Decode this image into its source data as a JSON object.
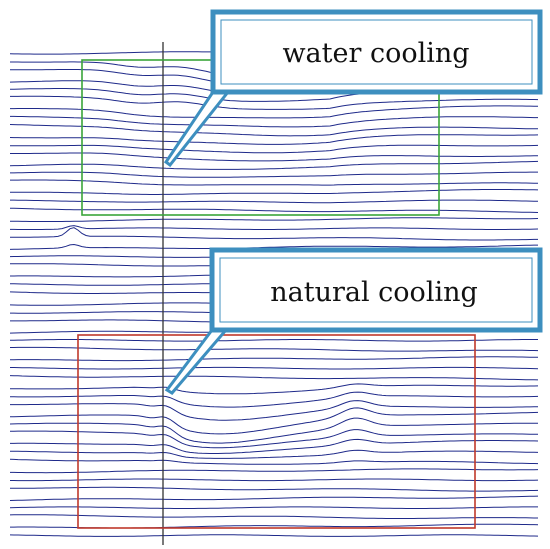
{
  "figure": {
    "callouts": [
      {
        "id": "water",
        "label": "water cooling"
      },
      {
        "id": "natural",
        "label": "natural cooling"
      }
    ],
    "colors": {
      "background": "#ffffff",
      "streamline": "#1f2a8a",
      "reference_line": "#333333",
      "water_region_box": "#3aa53a",
      "natural_region_box": "#c0392b",
      "callout_border": "#3d8fbf",
      "callout_fill": "#ffffff"
    }
  }
}
